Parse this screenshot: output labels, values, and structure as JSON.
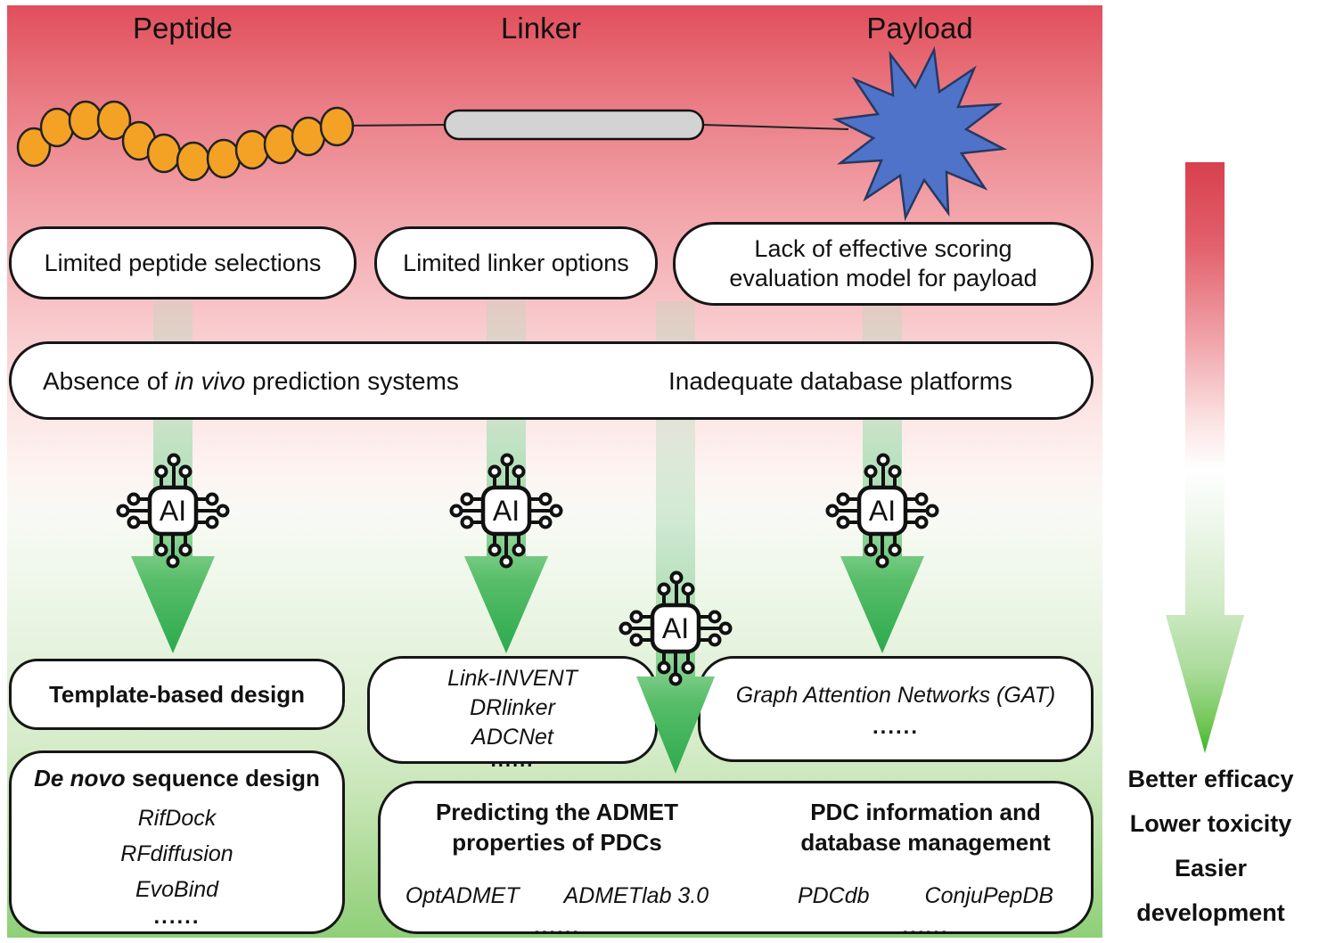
{
  "figure": {
    "top_labels": {
      "peptide": "Peptide",
      "linker": "Linker",
      "payload": "Payload"
    },
    "ai_label": "AI",
    "problems": {
      "peptide": "Limited peptide selections",
      "linker": "Limited linker options",
      "payload_line1": "Lack of effective scoring",
      "payload_line2": "evaluation model for payload",
      "invivo": {
        "pre": "Absence of ",
        "em": "in vivo",
        "post": " prediction systems"
      },
      "database": "Inadequate database platforms"
    },
    "solutions": {
      "template": "Template-based design",
      "denovo": {
        "em": "De novo",
        "rest": " sequence design"
      },
      "denovo_tools": [
        "RifDock",
        "RFdiffusion",
        "EvoBind"
      ],
      "linker_tools": [
        "Link-INVENT",
        "DRlinker",
        "ADCNet"
      ],
      "payload_model": "Graph Attention Networks (GAT)",
      "admet": {
        "title_line1": "Predicting the ADMET",
        "title_line2": "properties of PDCs",
        "tools": [
          "OptADMET",
          "ADMETlab 3.0"
        ]
      },
      "pdc_db": {
        "title_line1": "PDC information and",
        "title_line2": "database management",
        "tools": [
          "PDCdb",
          "ConjuPepDB"
        ]
      },
      "ellipsis": "......"
    },
    "outcomes": [
      "Better efficacy",
      "Lower toxicity",
      "Easier development"
    ],
    "colors": {
      "gradient_top_red": "#e14e5b",
      "gradient_bottom_green": "#8ed077",
      "arrow_green": "#3cb54a",
      "payload_blue": "#4e73c8",
      "peptide_orange": "#f3a226",
      "linker_gray": "#d3d3d3",
      "outline_black": "#111111"
    }
  }
}
